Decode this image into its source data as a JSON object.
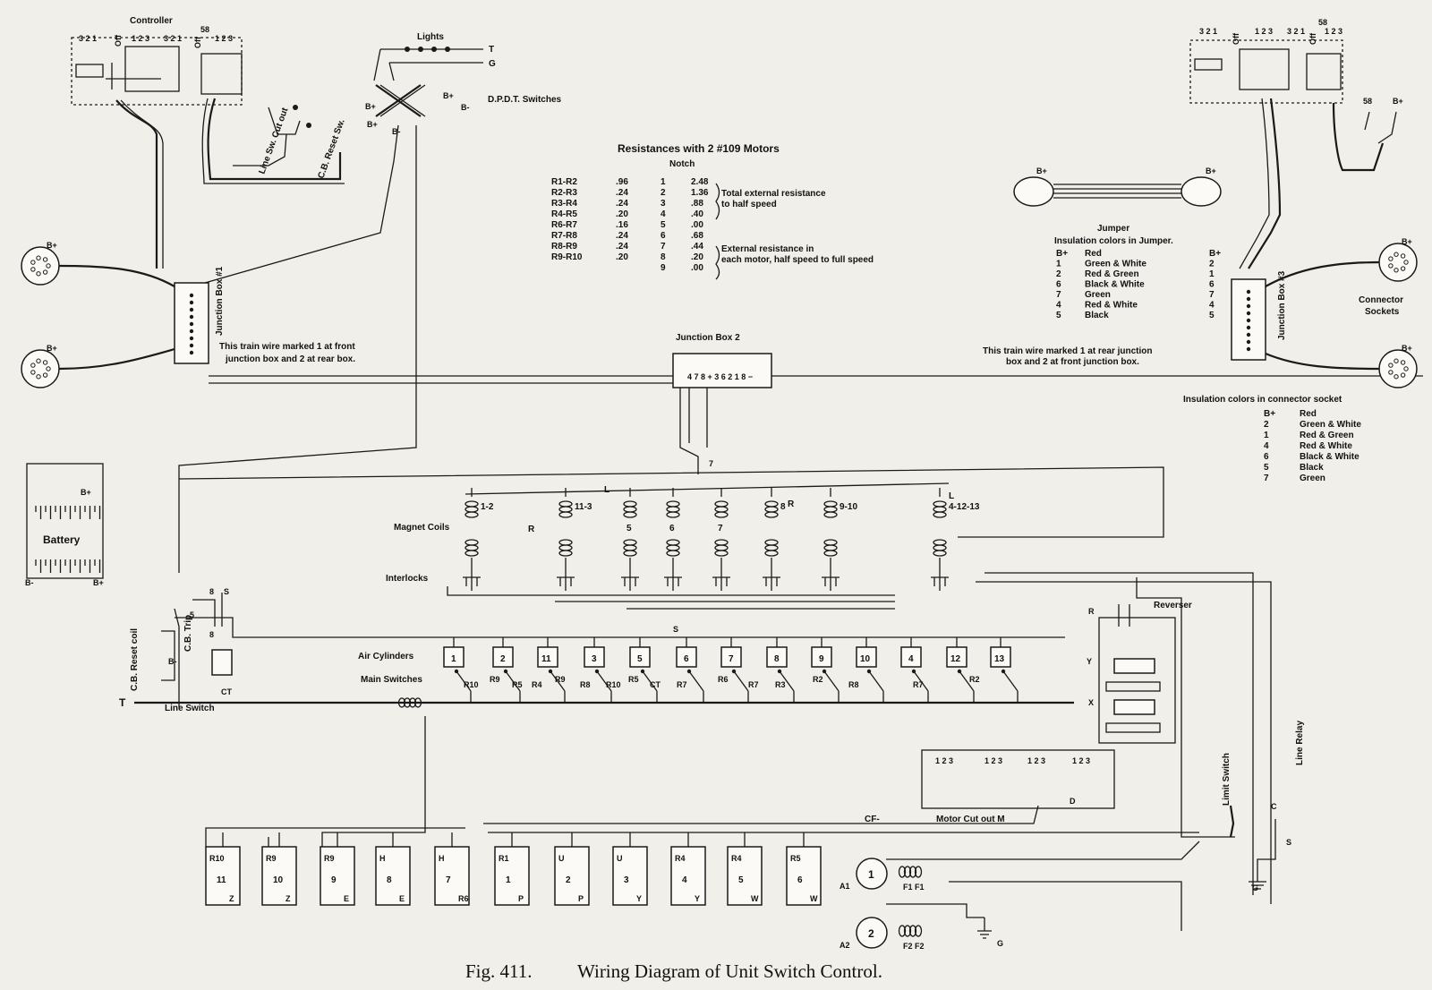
{
  "caption": {
    "fig": "Fig. 411.",
    "title": "Wiring Diagram of Unit Switch Control."
  },
  "labels": {
    "controller": "Controller",
    "off": "Off",
    "ctrl_notch_left": "3 2 1",
    "ctrl_notch_mid": "1 2 3",
    "ctrl_notch_mid2": "3 2 1",
    "ctrl_notch_right": "1 2 3",
    "terminal_58": "58",
    "line_sw_cut_out": "Line Sw. Cut out",
    "cb_reset_sw": "C.B. Reset Sw.",
    "lights": "Lights",
    "t": "T",
    "g": "G",
    "dpdt": "D.P.D.T. Switches",
    "b_plus": "B+",
    "b_minus": "B-",
    "jbox1": "Junction Box #1",
    "jbox2": "Junction Box  2",
    "jbox3": "Junction Box #3",
    "jbox2_terms": "4 7 8 + 3 6 2 1 8 −",
    "train_wire_front": "This train wire marked 1 at front",
    "train_wire_front2": "junction box and 2 at rear box.",
    "train_wire_rear": "This train wire marked 1 at rear junction",
    "train_wire_rear2": "box and 2 at front junction box.",
    "connector_sockets": "Connector\nSockets",
    "battery": "Battery",
    "magnet_coils": "Magnet Coils",
    "interlocks": "Interlocks",
    "air_cylinders": "Air Cylinders",
    "main_switches": "Main Switches",
    "line_switch": "Line Switch",
    "cb_reset_coil": "C.B. Reset coil",
    "cb_trip": "C.B. Trip",
    "ct": "CT",
    "reverser": "Reverser",
    "limit_switch": "Limit Switch",
    "line_relay": "Line Relay",
    "motor_cut_out": "Motor Cut out M",
    "cf_minus": "CF-",
    "wire_L": "L",
    "wire_R": "R",
    "wire_S": "S",
    "wire_7": "7",
    "wire_Y": "Y",
    "wire_X": "X",
    "wire_C": "C",
    "wire_D": "D"
  },
  "resistance_table": {
    "title": "Resistances with 2 #109 Motors",
    "notch_header": "Notch",
    "rows": [
      {
        "pair": "R1-R2",
        "ohm": ".96",
        "notch": "1",
        "val": "2.48"
      },
      {
        "pair": "R2-R3",
        "ohm": ".24",
        "notch": "2",
        "val": "1.36"
      },
      {
        "pair": "R3-R4",
        "ohm": ".24",
        "notch": "3",
        "val": ".88"
      },
      {
        "pair": "R4-R5",
        "ohm": ".20",
        "notch": "4",
        "val": ".40"
      },
      {
        "pair": "R6-R7",
        "ohm": ".16",
        "notch": "5",
        "val": ".00"
      },
      {
        "pair": "R7-R8",
        "ohm": ".24",
        "notch": "6",
        "val": ".68"
      },
      {
        "pair": "R8-R9",
        "ohm": ".24",
        "notch": "7",
        "val": ".44"
      },
      {
        "pair": "R9-R10",
        "ohm": ".20",
        "notch": "8",
        "val": ".20"
      },
      {
        "pair": "",
        "ohm": "",
        "notch": "9",
        "val": ".00"
      }
    ],
    "note1": "Total external resistance",
    "note1b": "to half speed",
    "note2": "External resistance in",
    "note2b": "each motor, half speed to full speed"
  },
  "jumper": {
    "title": "Jumper",
    "subtitle": "Insulation colors in Jumper.",
    "rows": [
      {
        "l": "B+",
        "color": "Red",
        "r": "B+"
      },
      {
        "l": "1",
        "color": "Green & White",
        "r": "2"
      },
      {
        "l": "2",
        "color": "Red & Green",
        "r": "1"
      },
      {
        "l": "6",
        "color": "Black & White",
        "r": "6"
      },
      {
        "l": "7",
        "color": "Green",
        "r": "7"
      },
      {
        "l": "4",
        "color": "Red & White",
        "r": "4"
      },
      {
        "l": "5",
        "color": "Black",
        "r": "5"
      }
    ]
  },
  "socket_colors": {
    "title": "Insulation colors in connector socket",
    "rows": [
      {
        "k": "B+",
        "v": "Red"
      },
      {
        "k": "2",
        "v": "Green & White"
      },
      {
        "k": "1",
        "v": "Red & Green"
      },
      {
        "k": "4",
        "v": "Red & White"
      },
      {
        "k": "6",
        "v": "Black & White"
      },
      {
        "k": "5",
        "v": "Black"
      },
      {
        "k": "7",
        "v": "Green"
      }
    ]
  },
  "magnet_coils": [
    "1-2",
    "11-3",
    "5",
    "6",
    "7",
    "8",
    "9-10",
    "4-12-13"
  ],
  "air_cylinders": [
    "1",
    "2",
    "11",
    "3",
    "5",
    "6",
    "7",
    "8",
    "9",
    "10",
    "4",
    "12",
    "13"
  ],
  "main_switch_labels": [
    "R10",
    "R9",
    "R5",
    "R4",
    "R9",
    "R8",
    "R10",
    "R5",
    "CT",
    "R7",
    "R6",
    "R7",
    "R3",
    "R2",
    "R8",
    "R7",
    "R2"
  ],
  "resistor_grids": [
    {
      "top": "R10",
      "num": "11",
      "bot": "Z"
    },
    {
      "top": "R9",
      "num": "10",
      "bot": "Z"
    },
    {
      "top": "R9",
      "num": "9",
      "bot": "E"
    },
    {
      "top": "H",
      "num": "8",
      "bot": "E"
    },
    {
      "top": "H",
      "num": "7",
      "bot": "R6"
    },
    {
      "top": "R1",
      "num": "1",
      "bot": "P"
    },
    {
      "top": "U",
      "num": "2",
      "bot": "P"
    },
    {
      "top": "U",
      "num": "3",
      "bot": "Y"
    },
    {
      "top": "R4",
      "num": "4",
      "bot": "Y"
    },
    {
      "top": "R4",
      "num": "5",
      "bot": "W"
    },
    {
      "top": "R5",
      "num": "6",
      "bot": "W"
    }
  ],
  "motors": [
    {
      "num": "1",
      "a": "A1",
      "f": "F1 F1"
    },
    {
      "num": "2",
      "a": "A2",
      "f": "F2 F2"
    }
  ]
}
